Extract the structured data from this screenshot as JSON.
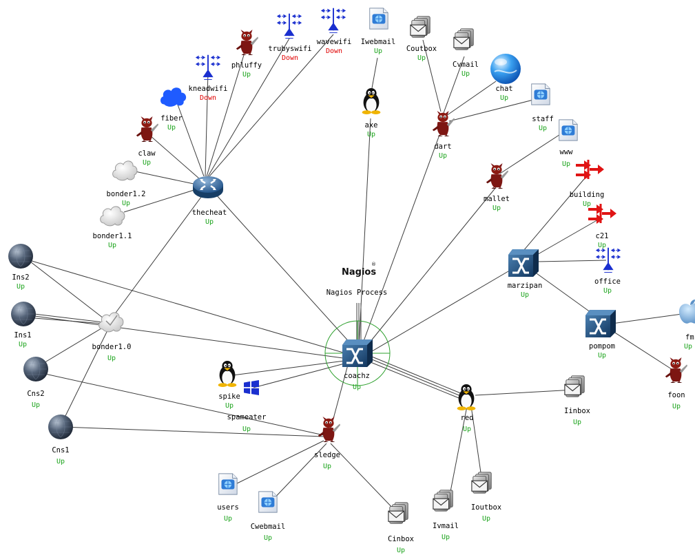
{
  "process": {
    "logo": "Nagios",
    "trademark": "®",
    "label": "Nagios Process"
  },
  "colors": {
    "up": "#1aa31a",
    "down": "#e00000",
    "edge": "#3c3c3c",
    "ring": "#2ea02e"
  },
  "hosts": {
    "trubyswifi": {
      "name": "trubyswifi",
      "status": "Down",
      "icon": "wifi-antenna-icon"
    },
    "wavewifi": {
      "name": "wavewifi",
      "status": "Down",
      "icon": "wifi-antenna-icon"
    },
    "iwebmail": {
      "name": "Iwebmail",
      "status": "Up",
      "icon": "web-page-icon"
    },
    "coutbox": {
      "name": "Coutbox",
      "status": "Up",
      "icon": "mail-server-icon"
    },
    "cvmail": {
      "name": "Cvmail",
      "status": "Up",
      "icon": "mail-server-icon"
    },
    "phluffy": {
      "name": "phluffy",
      "status": "Up",
      "icon": "bsd-daemon-icon"
    },
    "kneadwifi": {
      "name": "kneadwifi",
      "status": "Down",
      "icon": "wifi-antenna-icon"
    },
    "chat": {
      "name": "chat",
      "status": "Up",
      "icon": "globe-icon"
    },
    "staff": {
      "name": "staff",
      "status": "Up",
      "icon": "web-page-icon"
    },
    "fiber": {
      "name": "fiber",
      "status": "Up",
      "icon": "cloud-icon"
    },
    "axe": {
      "name": "axe",
      "status": "Up",
      "icon": "linux-penguin-icon"
    },
    "dart": {
      "name": "dart",
      "status": "Up",
      "icon": "bsd-daemon-icon"
    },
    "claw": {
      "name": "claw",
      "status": "Up",
      "icon": "bsd-daemon-icon"
    },
    "www": {
      "name": "www",
      "status": "Up",
      "icon": "web-page-icon"
    },
    "bonder12": {
      "name": "bonder1.2",
      "status": "Up",
      "icon": "cloud-icon"
    },
    "building": {
      "name": "building",
      "status": "Up",
      "icon": "wireless-bridge-icon"
    },
    "mallet": {
      "name": "mallet",
      "status": "Up",
      "icon": "bsd-daemon-icon"
    },
    "thecheat": {
      "name": "thecheat",
      "status": "Up",
      "icon": "router-icon"
    },
    "bonder11": {
      "name": "bonder1.1",
      "status": "Up",
      "icon": "cloud-icon"
    },
    "c21": {
      "name": "c21",
      "status": "Up",
      "icon": "wireless-bridge-icon"
    },
    "ins2": {
      "name": "Ins2",
      "status": "Up",
      "icon": "globe-sphere-icon"
    },
    "office": {
      "name": "office",
      "status": "Up",
      "icon": "wifi-antenna-icon"
    },
    "marzipan": {
      "name": "marzipan",
      "status": "Up",
      "icon": "switch-icon"
    },
    "ins1": {
      "name": "Ins1",
      "status": "Up",
      "icon": "globe-sphere-icon"
    },
    "bonder10": {
      "name": "bonder1.0",
      "status": "Up",
      "icon": "cloud-icon"
    },
    "pompom": {
      "name": "pompom",
      "status": "Up",
      "icon": "switch-icon"
    },
    "fm": {
      "name": "fm",
      "status": "Up",
      "icon": "apple-icon"
    },
    "coachz": {
      "name": "coachz",
      "status": "Up",
      "icon": "switch-icon"
    },
    "cns2": {
      "name": "Cns2",
      "status": "Up",
      "icon": "globe-sphere-icon"
    },
    "foon": {
      "name": "foon",
      "status": "Up",
      "icon": "bsd-daemon-icon"
    },
    "spike": {
      "name": "spike",
      "status": "Up",
      "icon": "linux-penguin-icon"
    },
    "red": {
      "name": "red",
      "status": "Up",
      "icon": "linux-penguin-icon"
    },
    "iinbox": {
      "name": "Iinbox",
      "status": "Up",
      "icon": "mail-server-icon"
    },
    "spameater": {
      "name": "spameater",
      "status": "Up",
      "icon": "windows-logo-icon"
    },
    "cns1": {
      "name": "Cns1",
      "status": "Up",
      "icon": "globe-sphere-icon"
    },
    "sledge": {
      "name": "sledge",
      "status": "Up",
      "icon": "bsd-daemon-icon"
    },
    "users": {
      "name": "users",
      "status": "Up",
      "icon": "web-page-icon"
    },
    "ioutbox": {
      "name": "Ioutbox",
      "status": "Up",
      "icon": "mail-server-icon"
    },
    "cwebmail": {
      "name": "Cwebmail",
      "status": "Up",
      "icon": "web-page-icon"
    },
    "ivmail": {
      "name": "Ivmail",
      "status": "Up",
      "icon": "mail-server-icon"
    },
    "cinbox": {
      "name": "Cinbox",
      "status": "Up",
      "icon": "mail-server-icon"
    }
  }
}
